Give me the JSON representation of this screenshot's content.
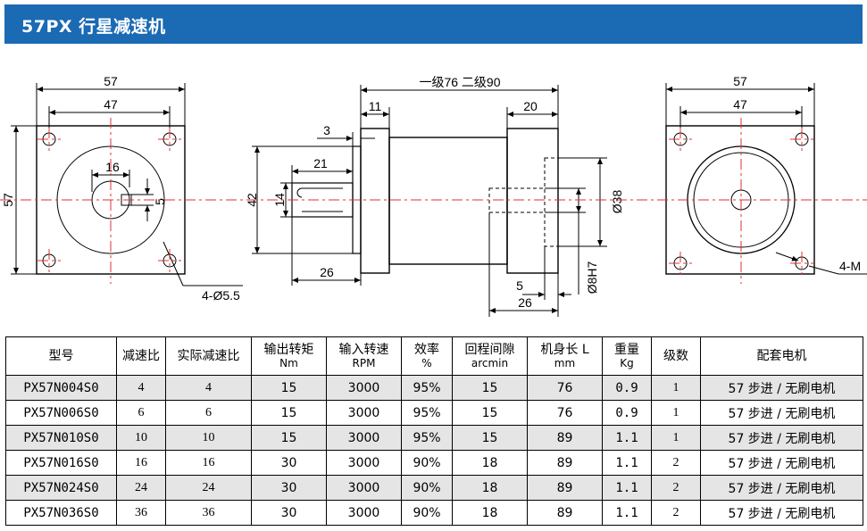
{
  "title": "57PX 行星减速机",
  "drawing": {
    "left_view": {
      "dim_outer": "57",
      "dim_holes": "47",
      "dim_height": "57",
      "dim_shaft": "16",
      "dim_key": "5",
      "hole_label": "4-Ø5.5"
    },
    "side_view": {
      "dim_total": "一级76  二级90",
      "dim_flange": "11",
      "dim_right": "20",
      "dim_lip": "3",
      "dim_shaft_len": "21",
      "dim_pilot": "42",
      "dim_shaft_dia": "14",
      "dim_base": "26",
      "dim_bore": "Ø38",
      "dim_hole_dia": "Ø8H7",
      "dim_small": "5",
      "dim_input": "26"
    },
    "right_view": {
      "dim_outer": "57",
      "dim_holes": "47",
      "hole_label": "4-M"
    }
  },
  "table": {
    "headers": [
      {
        "main": "型号",
        "sub": ""
      },
      {
        "main": "减速比",
        "sub": ""
      },
      {
        "main": "实际减速比",
        "sub": ""
      },
      {
        "main": "输出转矩",
        "sub": "Nm"
      },
      {
        "main": "输入转速",
        "sub": "RPM"
      },
      {
        "main": "效率",
        "sub": "%"
      },
      {
        "main": "回程间隙",
        "sub": "arcmin"
      },
      {
        "main": "机身长 L",
        "sub": "mm"
      },
      {
        "main": "重量",
        "sub": "Kg"
      },
      {
        "main": "级数",
        "sub": ""
      },
      {
        "main": "配套电机",
        "sub": ""
      }
    ],
    "rows": [
      [
        "PX57N004S0",
        "4",
        "4",
        "15",
        "3000",
        "95%",
        "15",
        "76",
        "0.9",
        "1",
        "57 步进 / 无刷电机"
      ],
      [
        "PX57N006S0",
        "6",
        "6",
        "15",
        "3000",
        "95%",
        "15",
        "76",
        "0.9",
        "1",
        "57 步进 / 无刷电机"
      ],
      [
        "PX57N010S0",
        "10",
        "10",
        "15",
        "3000",
        "95%",
        "15",
        "89",
        "1.1",
        "1",
        "57 步进 / 无刷电机"
      ],
      [
        "PX57N016S0",
        "16",
        "16",
        "30",
        "3000",
        "90%",
        "18",
        "89",
        "1.1",
        "2",
        "57 步进 / 无刷电机"
      ],
      [
        "PX57N024S0",
        "24",
        "24",
        "30",
        "3000",
        "90%",
        "18",
        "89",
        "1.1",
        "2",
        "57 步进 / 无刷电机"
      ],
      [
        "PX57N036S0",
        "36",
        "36",
        "30",
        "3000",
        "90%",
        "18",
        "89",
        "1.1",
        "2",
        "57 步进 / 无刷电机"
      ]
    ]
  },
  "colors": {
    "header_bg": "#1a6ab4",
    "center_line": "#e03030",
    "row_shade": "#e5e5e5"
  }
}
